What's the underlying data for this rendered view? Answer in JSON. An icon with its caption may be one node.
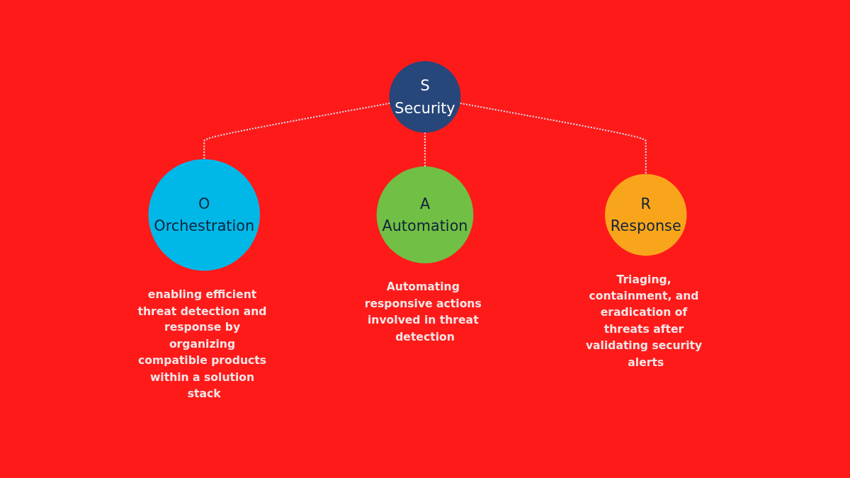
{
  "diagram": {
    "nodes": [
      {
        "text": [
          "S",
          "Security"
        ]
      },
      {
        "text": [
          "O",
          "Orchestration"
        ],
        "beside": [
          "enabling efficient threat detection and response by organizing compatible products within a solution stack"
        ]
      },
      {
        "text": [
          "A",
          "Automation"
        ],
        "beside": [
          "Automating responsive actions involved in threat detection"
        ]
      },
      {
        "text": [
          "R",
          "Response"
        ],
        "beside": [
          "Triaging, containment, and eradication of threats after validating security alerts"
        ]
      }
    ],
    "edges": [
      {
        "from": 0,
        "to": 1,
        "arrow": "none",
        "style": "dashed"
      },
      {
        "from": 0,
        "to": 2,
        "arrow": "none",
        "style": "dashed"
      },
      {
        "from": 0,
        "to": 3,
        "arrow": "none",
        "style": "dashed"
      }
    ]
  }
}
